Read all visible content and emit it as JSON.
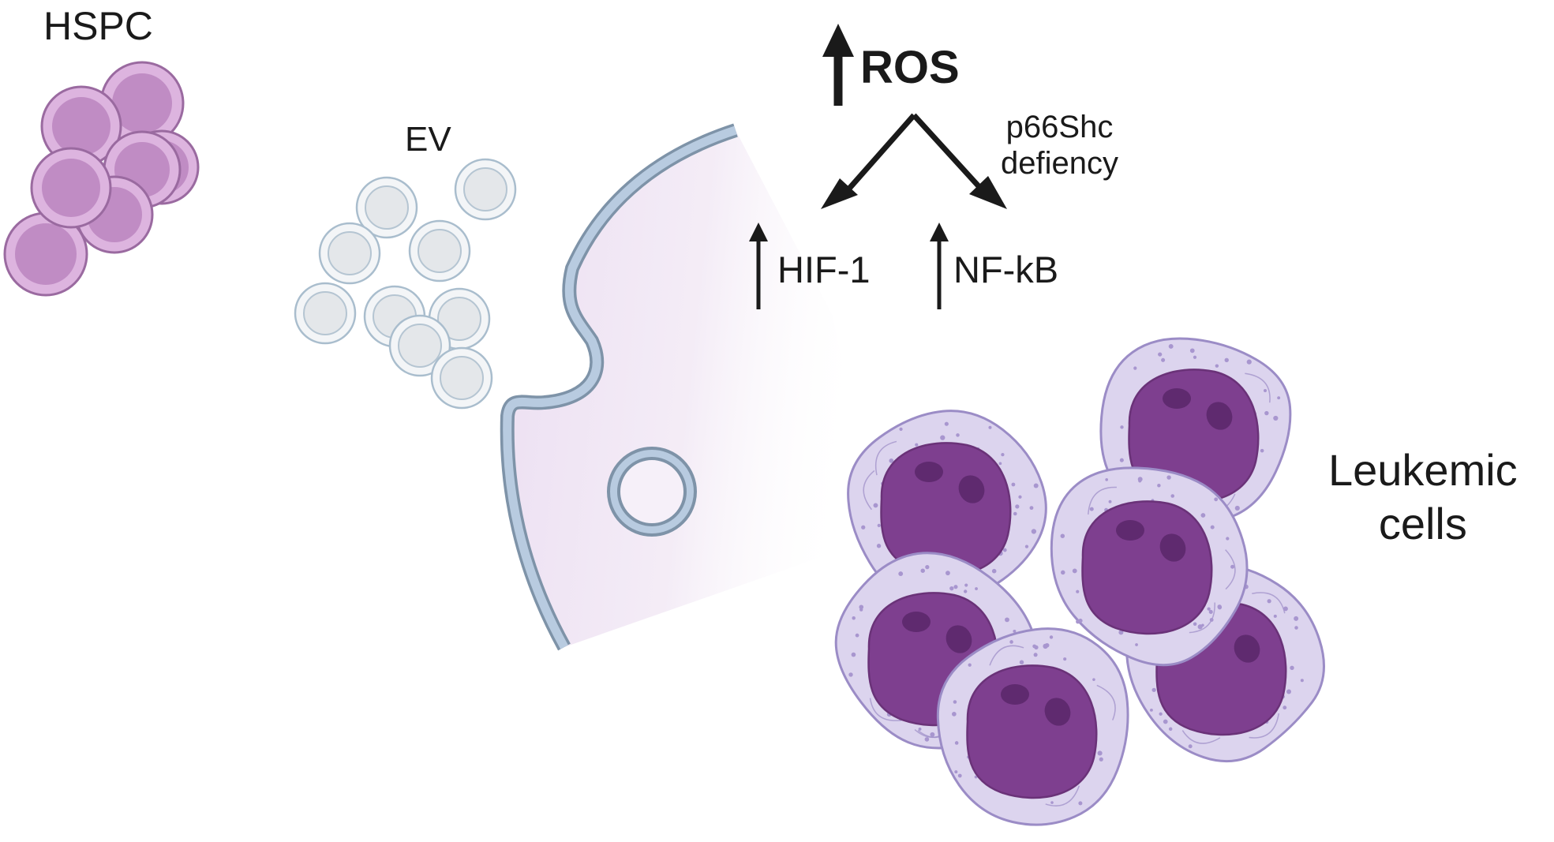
{
  "labels": {
    "hspc": "HSPC",
    "ev": "EV",
    "ros": "ROS",
    "p66shc_line1": "p66Shc",
    "p66shc_line2": "defiency",
    "hif1": "HIF-1",
    "nfkb": "NF-kB",
    "leukemic_line1": "Leukemic",
    "leukemic_line2": "cells"
  },
  "colors": {
    "hspc_fill": "#c08cc4",
    "hspc_ring": "#ddb4df",
    "hspc_stroke": "#9a6aa0",
    "ev_fill": "#e4e7ea",
    "ev_ring": "#f3f5f7",
    "ev_stroke": "#a9bdcd",
    "membrane_fill": "#b8cbe0",
    "membrane_stroke": "#7e93a8",
    "cytoplasm": "#eee2f2",
    "cell_body": "#dcd4ee",
    "cell_stroke": "#9b8cc6",
    "nucleus": "#7e3f8f",
    "nucleolus": "#5f2a6f",
    "arrow": "#1a1a1a"
  },
  "icons": [
    "up-arrow-icon",
    "diagonal-arrow-icon"
  ]
}
